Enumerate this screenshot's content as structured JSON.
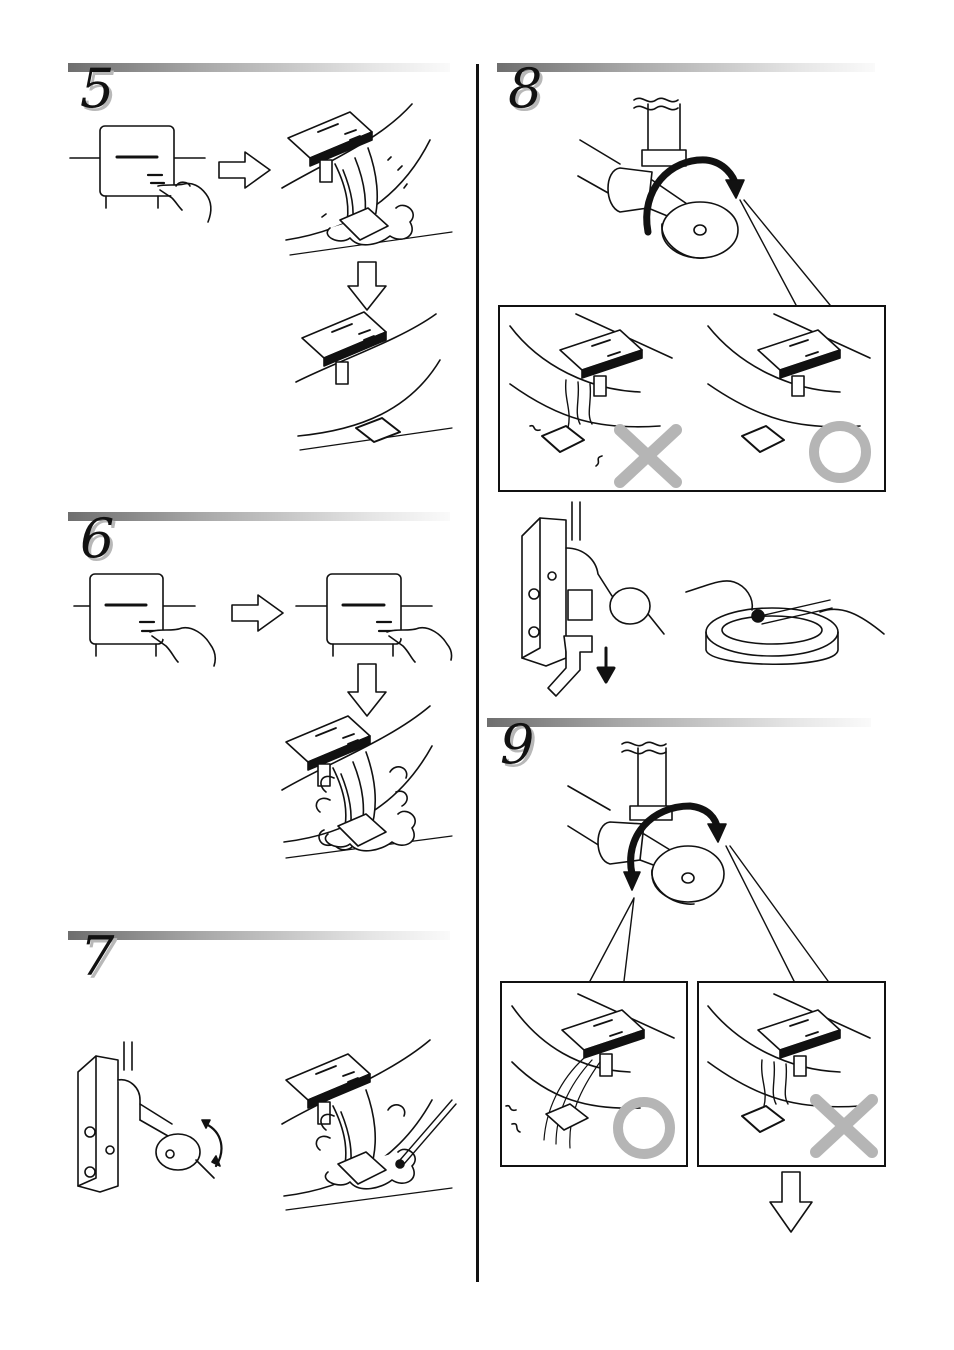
{
  "steps": [
    {
      "id": "5",
      "label": "5"
    },
    {
      "id": "6",
      "label": "6"
    },
    {
      "id": "7",
      "label": "7"
    },
    {
      "id": "8",
      "label": "8"
    },
    {
      "id": "9",
      "label": "9"
    }
  ],
  "icons": {
    "correct": "circle-ok-icon",
    "incorrect": "cross-ng-icon",
    "arrow": "outline-arrow-icon"
  },
  "colors": {
    "ink": "#111111",
    "mark_gray": "#b5b5b5",
    "bar_dark": "#6e6e6e",
    "bar_light": "#fafafa"
  }
}
